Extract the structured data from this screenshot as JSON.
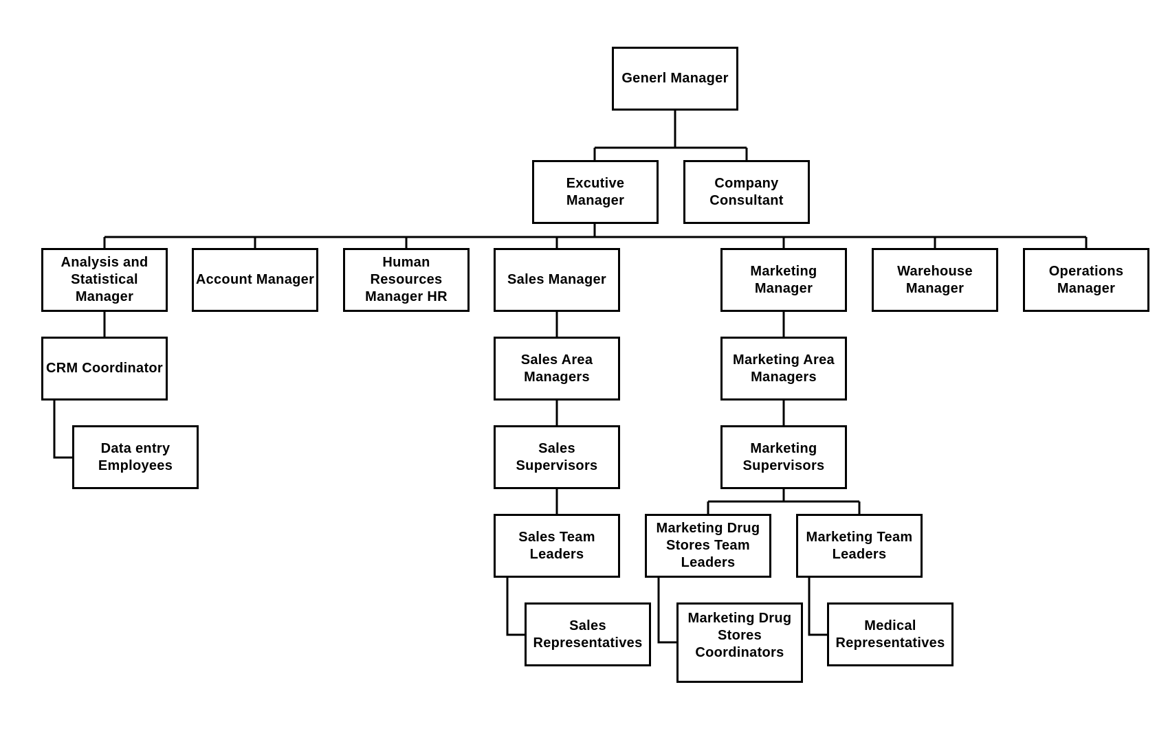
{
  "org_chart": {
    "nodes": {
      "general_manager": "Generl Manager",
      "executive_manager": "Excutive\nManager",
      "company_consultant": "Company\nConsultant",
      "analysis_manager": "Analysis and\nStatistical\nManager",
      "account_manager": "Account Manager",
      "hr_manager": "Human\nResources\nManager HR",
      "sales_manager": "Sales Manager",
      "marketing_manager": "Marketing\nManager",
      "warehouse_manager": "Warehouse\nManager",
      "operations_manager": "Operations\nManager",
      "crm_coordinator": "CRM Coordinator",
      "data_entry": "Data entry\nEmployees",
      "sales_area_managers": "Sales Area\nManagers",
      "sales_supervisors": "Sales\nSupervisors",
      "sales_team_leaders": "Sales Team\nLeaders",
      "sales_representatives": "Sales\nRepresentatives",
      "marketing_area_managers": "Marketing Area\nManagers",
      "marketing_supervisors": "Marketing\nSupervisors",
      "marketing_drug_stores_team_leaders": "Marketing Drug\nStores Team\nLeaders",
      "marketing_team_leaders": "Marketing Team\nLeaders",
      "marketing_drug_stores_coordinators": "Marketing Drug\nStores\nCoordinators",
      "medical_representatives": "Medical\nRepresentatives"
    }
  }
}
